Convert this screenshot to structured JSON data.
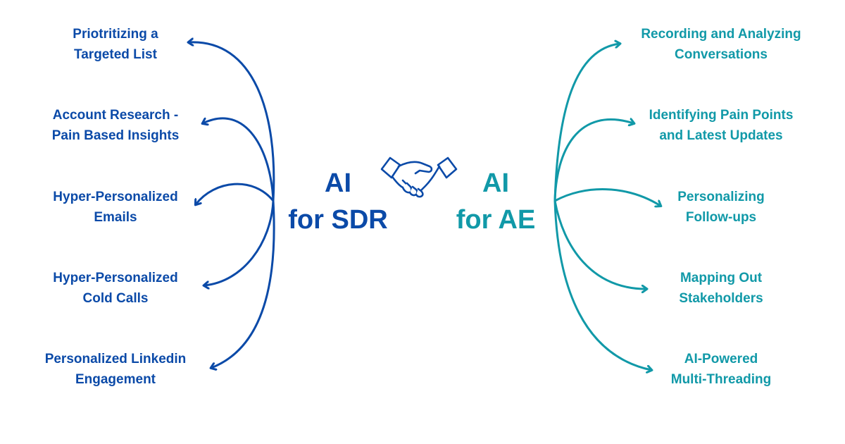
{
  "colors": {
    "sdr": "#0b4aa8",
    "ae": "#1199a8"
  },
  "sdr": {
    "title_line1": "AI",
    "title_line2": "for SDR",
    "items": [
      {
        "line1": "Priotritizing a",
        "line2": "Targeted List"
      },
      {
        "line1": "Account Research -",
        "line2": "Pain Based Insights"
      },
      {
        "line1": "Hyper-Personalized",
        "line2": "Emails"
      },
      {
        "line1": "Hyper-Personalized",
        "line2": "Cold Calls"
      },
      {
        "line1": "Personalized Linkedin",
        "line2": "Engagement"
      }
    ]
  },
  "ae": {
    "title_line1": "AI",
    "title_line2": "for AE",
    "items": [
      {
        "line1": "Recording and Analyzing",
        "line2": "Conversations"
      },
      {
        "line1": "Identifying Pain Points",
        "line2": "and Latest Updates"
      },
      {
        "line1": "Personalizing",
        "line2": "Follow-ups"
      },
      {
        "line1": "Mapping Out",
        "line2": "Stakeholders"
      },
      {
        "line1": "AI-Powered",
        "line2": "Multi-Threading"
      }
    ]
  },
  "center_icon": "handshake-icon"
}
